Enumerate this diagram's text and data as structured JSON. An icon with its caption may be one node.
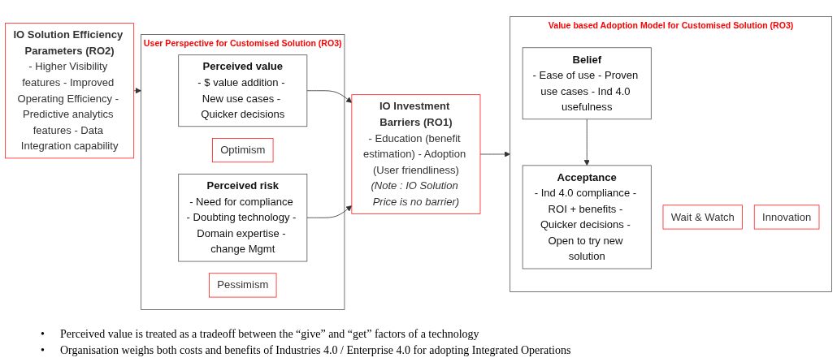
{
  "diagram": {
    "nodes": [
      {
        "text": [
          "IO Solution Efficiency Parameters (RO2)",
          "- Higher Visibility features - Improved Operating Efficiency - Predictive analytics features - Data Integration capability"
        ]
      },
      {
        "text": [
          "User Perspective for Customised Solution (RO3)"
        ]
      },
      {
        "text": [
          "Perceived value",
          "- $ value addition - New use cases - Quicker decisions"
        ],
        "in": 1
      },
      {
        "text": [
          "Optimism"
        ],
        "in": 1
      },
      {
        "text": [
          "Perceived risk",
          "- Need for compliance - Doubting technology - Domain expertise - change Mgmt"
        ],
        "in": 1
      },
      {
        "text": [
          "Pessimism"
        ],
        "in": 1
      },
      {
        "text": [
          "IO Investment Barriers (RO1)",
          "- Education (benefit estimation) - Adoption (User friendliness)",
          "(Note : IO Solution Price is no barrier)"
        ]
      },
      {
        "text": [
          "Value based Adoption Model for Customised Solution (RO3)"
        ]
      },
      {
        "text": [
          "Belief",
          "- Ease of use - Proven use cases - Ind 4.0 usefulness"
        ],
        "in": 7
      },
      {
        "text": [
          "Wait & Watch"
        ],
        "in": 7
      },
      {
        "text": [
          "Acceptance",
          "- Ind 4.0 compliance - ROI + benefits - Quicker decisions - Open to try new solution"
        ],
        "in": 7
      },
      {
        "text": [
          "Innovation"
        ],
        "in": 7
      }
    ],
    "edges": [
      {
        "from": 0,
        "to": 1,
        "arrow": "to"
      },
      {
        "from": 2,
        "to": 6,
        "arrow": "to"
      },
      {
        "from": 4,
        "to": 6,
        "arrow": "to"
      },
      {
        "from": 6,
        "to": 7,
        "arrow": "to"
      },
      {
        "from": 8,
        "to": 10,
        "arrow": "to"
      }
    ],
    "labels": [
      "•",
      "Perceived value is treated as a tradeoff between the “give” and “get” factors of a technology",
      "•",
      "Organisation weighs both costs and benefits of Industries 4.0 / Enterprise 4.0 for adopting Integrated Operations"
    ]
  }
}
